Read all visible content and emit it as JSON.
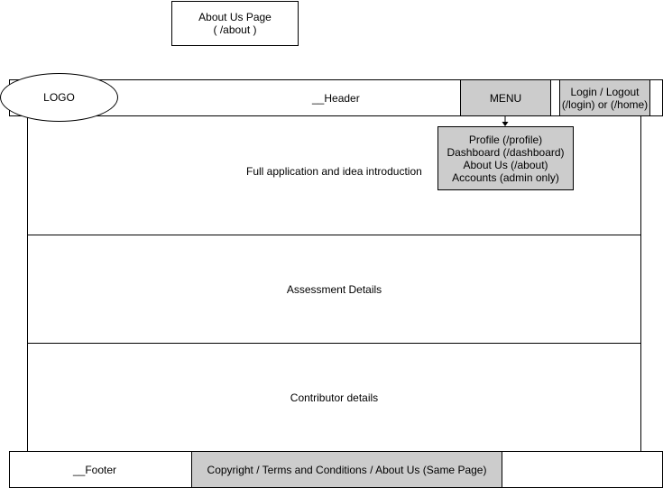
{
  "title_box": {
    "line1": "About Us Page",
    "line2": "( /about )"
  },
  "header": {
    "logo": "LOGO",
    "label": "__Header",
    "menu": "MENU",
    "auth_line1": "Login / Logout",
    "auth_line2": "(/login) or (/home)"
  },
  "menu_dropdown": {
    "items": [
      "Profile (/profile)",
      "Dashboard (/dashboard)",
      "About Us (/about)",
      "Accounts (admin only)"
    ]
  },
  "sections": {
    "intro": "Full application and idea introduction",
    "assessment": "Assessment Details",
    "contributor": "Contributor details"
  },
  "footer": {
    "label": "__Footer",
    "links": "Copyright / Terms and Conditions / About Us (Same Page)"
  }
}
